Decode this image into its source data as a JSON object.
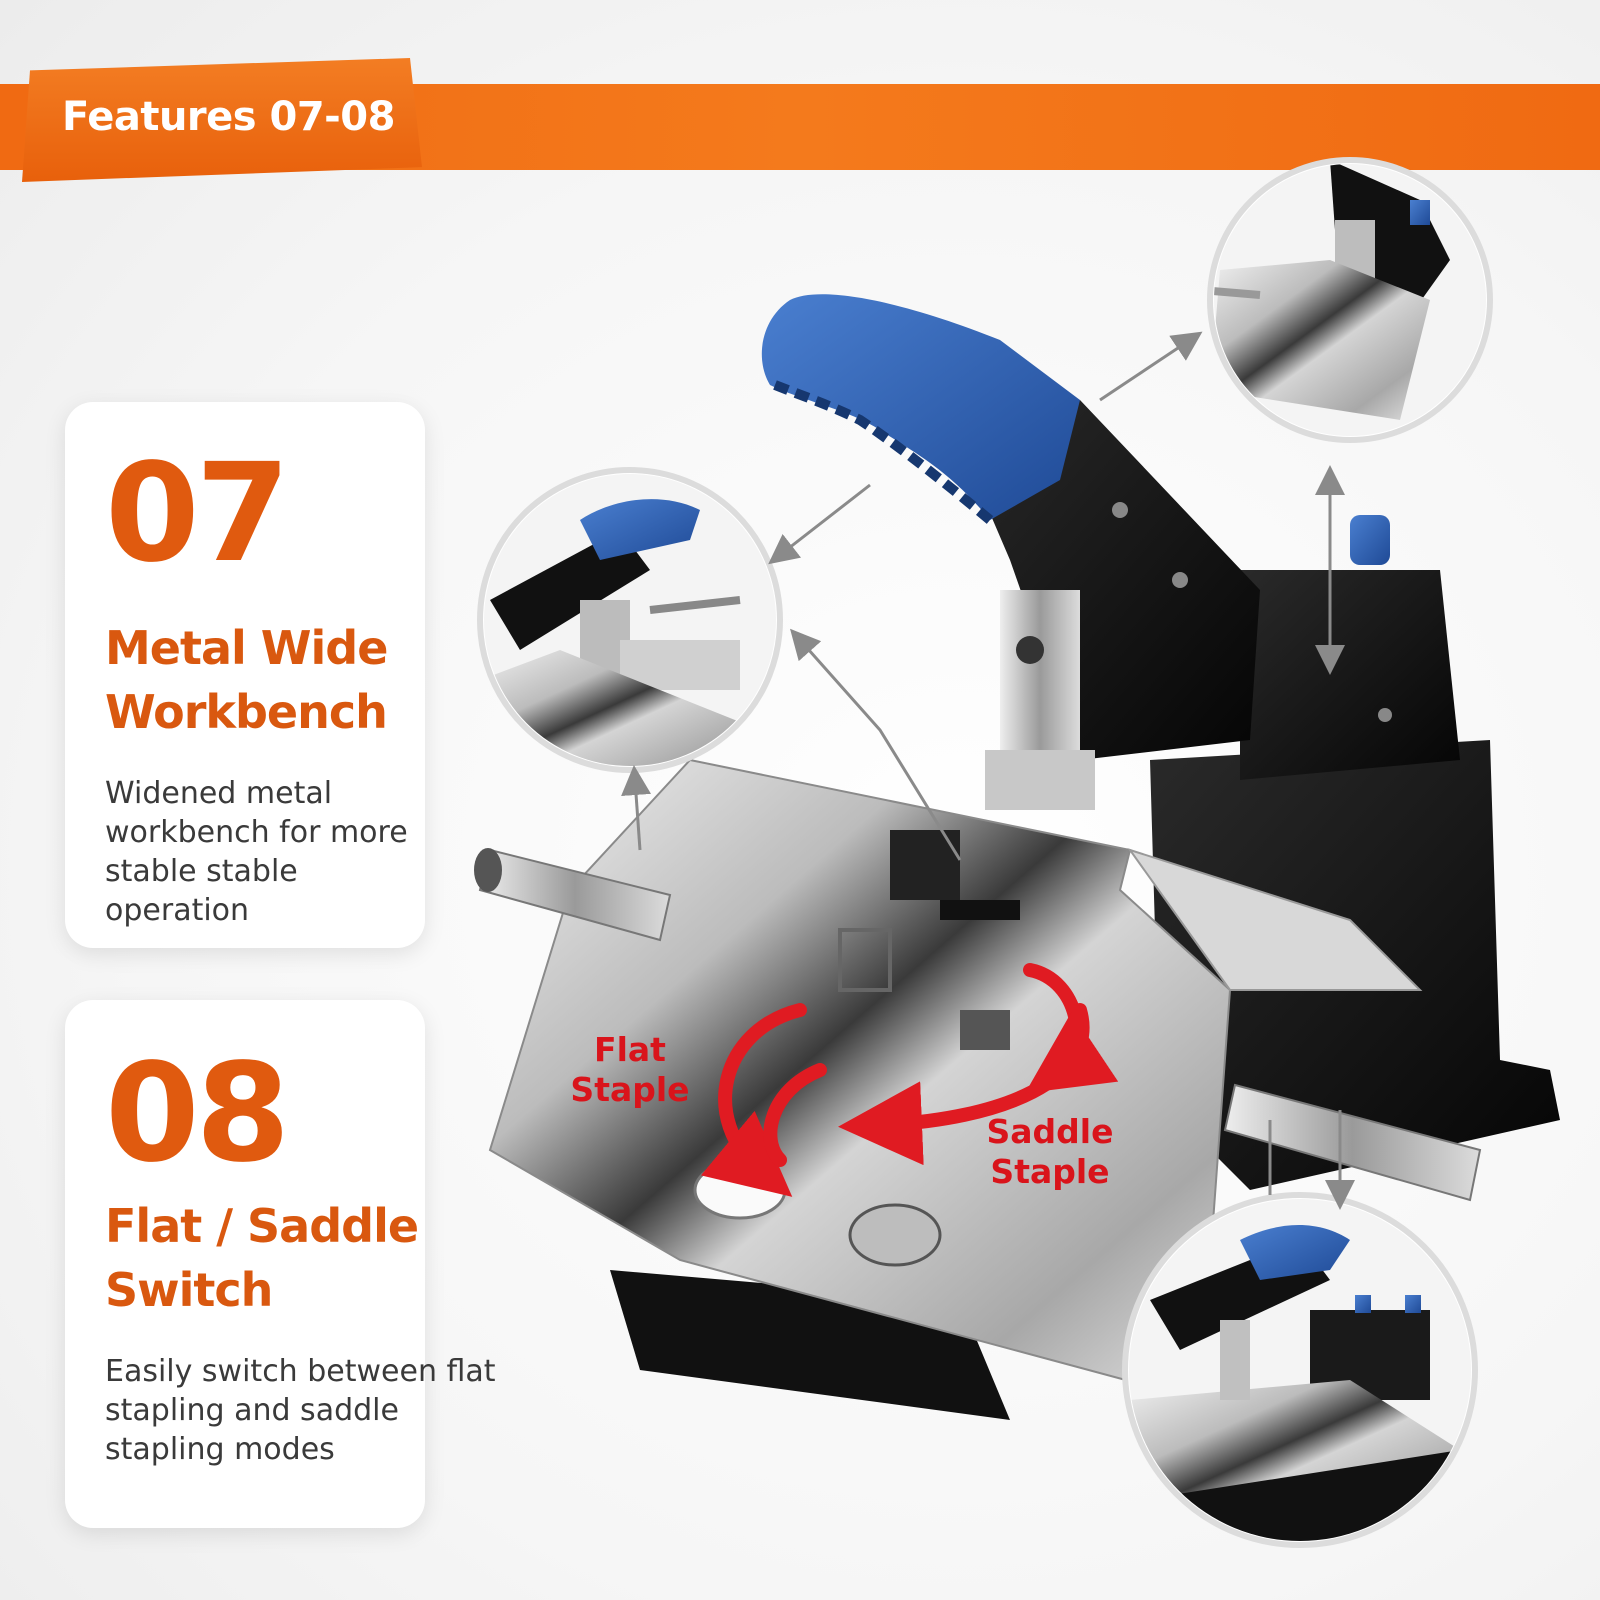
{
  "banner": {
    "title": "Features 07-08"
  },
  "features": [
    {
      "number": "07",
      "heading_line1": "Metal Wide",
      "heading_line2": "Workbench",
      "description": "Widened metal workbench for more stable stable operation"
    },
    {
      "number": "08",
      "heading_line1": "Flat / Saddle",
      "heading_line2": "Switch",
      "description": "Easily switch between flat stapling and saddle stapling modes"
    }
  ],
  "callouts": {
    "flat_line1": "Flat",
    "flat_line2": "Staple",
    "saddle_line1": "Saddle",
    "saddle_line2": "Staple"
  },
  "colors": {
    "accent_orange": "#f06a12",
    "heading_orange": "#d9580f",
    "callout_red": "#d9141b",
    "handle_blue": "#2f5fb0"
  }
}
